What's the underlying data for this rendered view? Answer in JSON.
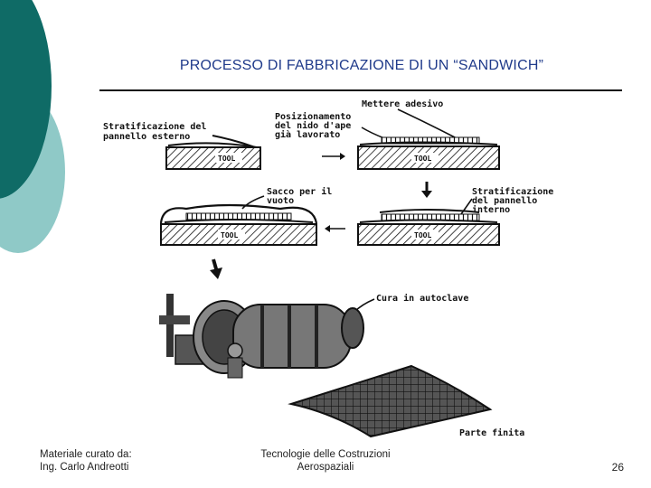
{
  "slide": {
    "title": "PROCESSO DI FABBRICAZIONE DI UN “SANDWICH”",
    "page_number": "26",
    "footer": {
      "left_line1": "Materiale curato da:",
      "left_line2": "Ing. Carlo Andreotti",
      "center_line1": "Tecnologie delle Costruzioni",
      "center_line2": "Aerospaziali"
    }
  },
  "figure": {
    "step1": {
      "line1": "Stratificazione del",
      "line2": "pannello esterno"
    },
    "step2": {
      "line1": "Posizionamento",
      "line2": "del nido d'ape",
      "line3": "già lavorato"
    },
    "step3": {
      "line1": "Mettere adesivo"
    },
    "step4": {
      "line1": "Stratificazione",
      "line2": "del pannello",
      "line3": "interno"
    },
    "step5": {
      "line1": "Sacco per il",
      "line2": "vuoto"
    },
    "step6": {
      "line1": "Cura in autoclave"
    },
    "step7": {
      "line1": "Parte finita"
    },
    "tool_label": "TOOL"
  },
  "colors": {
    "deco_dark": "#0f6b66",
    "deco_light": "#8fc9c7",
    "title": "#1f3a8a"
  }
}
